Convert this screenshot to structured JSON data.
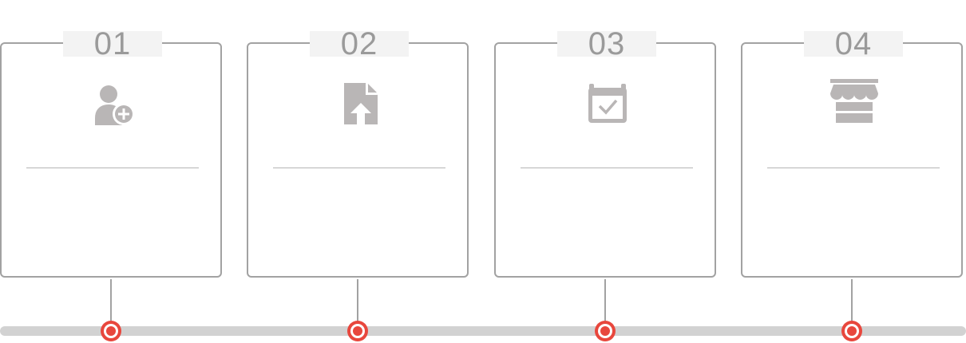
{
  "steps": [
    {
      "number": "01",
      "icon": "user-add-icon",
      "text": ""
    },
    {
      "number": "02",
      "icon": "file-upload-icon",
      "text": ""
    },
    {
      "number": "03",
      "icon": "calendar-check-icon",
      "text": ""
    },
    {
      "number": "04",
      "icon": "storefront-icon",
      "text": ""
    }
  ],
  "colors": {
    "icon": "#b9b6b6",
    "border": "#a2a2a2",
    "track": "#d2d2d2",
    "accent": "#e8473d",
    "number_text": "#9a9a9a",
    "number_bg": "#f3f3f3"
  }
}
